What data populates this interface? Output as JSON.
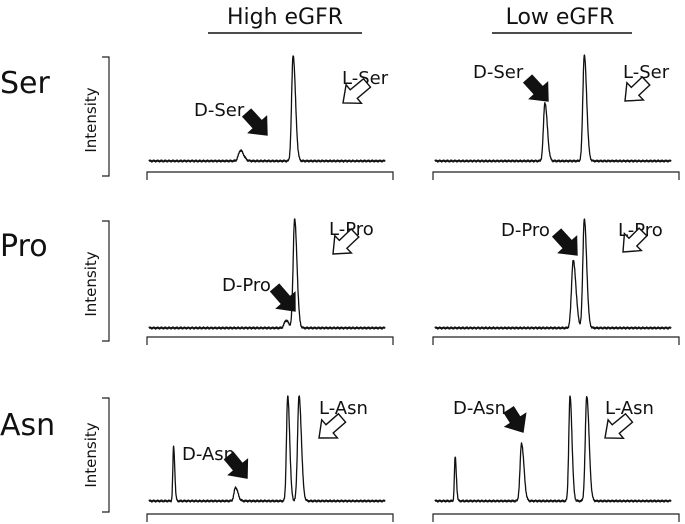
{
  "columns": [
    {
      "id": "high",
      "label": "High eGFR"
    },
    {
      "id": "low",
      "label": "Low eGFR"
    }
  ],
  "rows": [
    {
      "id": "ser",
      "label": "Ser",
      "ylabel": "Intensity"
    },
    {
      "id": "pro",
      "label": "Pro",
      "ylabel": "Intensity"
    },
    {
      "id": "asn",
      "label": "Asn",
      "ylabel": "Intensity"
    }
  ],
  "colors": {
    "ink": "#111111",
    "filled_arrow": "#111111",
    "open_arrow": "#ffffff"
  },
  "chart_data": [
    {
      "type": "line",
      "row": "Ser",
      "column": "High eGFR",
      "ylabel": "Intensity",
      "peaks": [
        {
          "label": "D-Ser",
          "arrow": "filled",
          "x": 0.38,
          "height": 0.1,
          "width": 0.008
        },
        {
          "label": "L-Ser",
          "arrow": "open",
          "x": 0.594,
          "height": 1.0,
          "width": 0.006,
          "truncated": true
        }
      ]
    },
    {
      "type": "line",
      "row": "Ser",
      "column": "Low eGFR",
      "ylabel": "Intensity",
      "peaks": [
        {
          "label": "D-Ser",
          "arrow": "filled",
          "x": 0.455,
          "height": 0.55,
          "width": 0.006
        },
        {
          "label": "L-Ser",
          "arrow": "open",
          "x": 0.615,
          "height": 1.0,
          "width": 0.006,
          "truncated": true
        }
      ]
    },
    {
      "type": "line",
      "row": "Pro",
      "column": "High eGFR",
      "ylabel": "Intensity",
      "peaks": [
        {
          "label": "D-Pro",
          "arrow": "filled",
          "x": 0.565,
          "height": 0.07,
          "width": 0.007
        },
        {
          "label": "L-Pro",
          "arrow": "open",
          "x": 0.6,
          "height": 1.0,
          "width": 0.006,
          "truncated": true
        }
      ]
    },
    {
      "type": "line",
      "row": "Pro",
      "column": "Low eGFR",
      "ylabel": "Intensity",
      "peaks": [
        {
          "label": "D-Pro",
          "arrow": "filled",
          "x": 0.57,
          "height": 0.62,
          "width": 0.007
        },
        {
          "label": "L-Pro",
          "arrow": "open",
          "x": 0.615,
          "height": 1.0,
          "width": 0.006,
          "truncated": true
        }
      ]
    },
    {
      "type": "line",
      "row": "Asn",
      "column": "High eGFR",
      "ylabel": "Intensity",
      "peaks": [
        {
          "label": "",
          "arrow": "none",
          "x": 0.108,
          "height": 0.52,
          "width": 0.003
        },
        {
          "label": "D-Asn",
          "arrow": "filled",
          "x": 0.36,
          "height": 0.13,
          "width": 0.006
        },
        {
          "label": "",
          "arrow": "none",
          "x": 0.572,
          "height": 1.0,
          "width": 0.005,
          "truncated": true
        },
        {
          "label": "L-Asn",
          "arrow": "open",
          "x": 0.618,
          "height": 1.0,
          "width": 0.006,
          "truncated": true
        }
      ]
    },
    {
      "type": "line",
      "row": "Asn",
      "column": "Low eGFR",
      "ylabel": "Intensity",
      "peaks": [
        {
          "label": "",
          "arrow": "none",
          "x": 0.09,
          "height": 0.42,
          "width": 0.003
        },
        {
          "label": "D-Asn",
          "arrow": "filled",
          "x": 0.36,
          "height": 0.55,
          "width": 0.006
        },
        {
          "label": "",
          "arrow": "none",
          "x": 0.557,
          "height": 1.0,
          "width": 0.005,
          "truncated": true
        },
        {
          "label": "L-Asn",
          "arrow": "open",
          "x": 0.625,
          "height": 1.0,
          "width": 0.006,
          "truncated": true
        }
      ]
    }
  ]
}
